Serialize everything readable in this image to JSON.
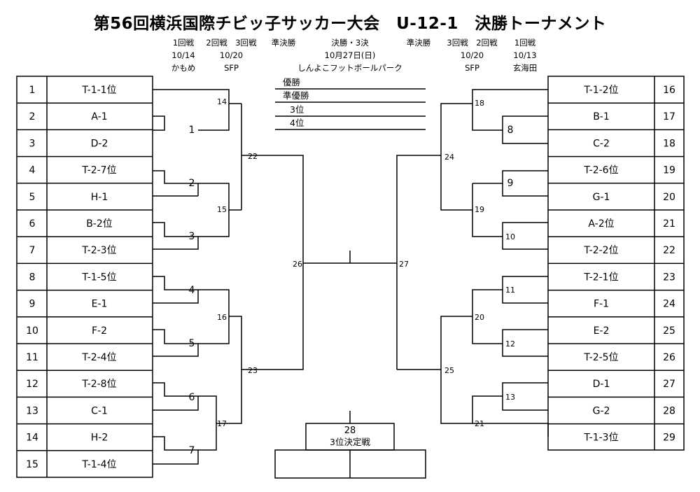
{
  "title": "第56回横浜国際チビッ子サッカー大会　U-12-1　決勝トーナメント",
  "header": {
    "left": [
      {
        "round": "1回戦",
        "date": "10/14",
        "venue": "かもめ"
      },
      {
        "round": "2回戦　3回戦",
        "date": "10/20",
        "venue": "SFP"
      },
      {
        "round": "準決勝",
        "date": "",
        "venue": ""
      }
    ],
    "center": {
      "round": "決勝・3決",
      "date": "10月27日(日)",
      "venue": "しんよこフットボールパーク"
    },
    "right": [
      {
        "round": "準決勝",
        "date": "",
        "venue": ""
      },
      {
        "round": "3回戦　2回戦",
        "date": "10/20",
        "venue": "SFP"
      },
      {
        "round": "1回戦",
        "date": "10/13",
        "venue": "玄海田"
      }
    ]
  },
  "left_teams": [
    {
      "num": "1",
      "name": "T-1-1位"
    },
    {
      "num": "2",
      "name": "A-1"
    },
    {
      "num": "3",
      "name": "D-2"
    },
    {
      "num": "4",
      "name": "T-2-7位"
    },
    {
      "num": "5",
      "name": "H-1"
    },
    {
      "num": "6",
      "name": "B-2位"
    },
    {
      "num": "7",
      "name": "T-2-3位"
    },
    {
      "num": "8",
      "name": "T-1-5位"
    },
    {
      "num": "9",
      "name": "E-1"
    },
    {
      "num": "10",
      "name": "F-2"
    },
    {
      "num": "11",
      "name": "T-2-4位"
    },
    {
      "num": "12",
      "name": "T-2-8位"
    },
    {
      "num": "13",
      "name": "C-1"
    },
    {
      "num": "14",
      "name": "H-2"
    },
    {
      "num": "15",
      "name": "T-1-4位"
    }
  ],
  "right_teams": [
    {
      "num": "16",
      "name": "T-1-2位"
    },
    {
      "num": "17",
      "name": "B-1"
    },
    {
      "num": "18",
      "name": "C-2"
    },
    {
      "num": "19",
      "name": "T-2-6位"
    },
    {
      "num": "20",
      "name": "G-1"
    },
    {
      "num": "21",
      "name": "A-2位"
    },
    {
      "num": "22",
      "name": "T-2-2位"
    },
    {
      "num": "23",
      "name": "T-2-1位"
    },
    {
      "num": "24",
      "name": "F-1"
    },
    {
      "num": "25",
      "name": "E-2"
    },
    {
      "num": "26",
      "name": "T-2-5位"
    },
    {
      "num": "27",
      "name": "D-1"
    },
    {
      "num": "28",
      "name": "G-2"
    },
    {
      "num": "29",
      "name": "T-1-3位"
    }
  ],
  "match_labels": {
    "m1": "1",
    "m2": "2",
    "m3": "3",
    "m4": "4",
    "m5": "5",
    "m6": "6",
    "m7": "7",
    "m8": "8",
    "m9": "9",
    "m10": "10",
    "m11": "11",
    "m12": "12",
    "m13": "13",
    "m14": "14",
    "m15": "15",
    "m16": "16",
    "m17": "17",
    "m18": "18",
    "m19": "19",
    "m20": "20",
    "m21": "21",
    "m22": "22",
    "m23": "23",
    "m24": "24",
    "m25": "25",
    "m26": "26",
    "m27": "27"
  },
  "results": {
    "champion": "優勝",
    "runner_up": "準優勝",
    "third": "3位",
    "fourth": "4位"
  },
  "third_place": {
    "num": "28",
    "label": "3位決定戦"
  }
}
